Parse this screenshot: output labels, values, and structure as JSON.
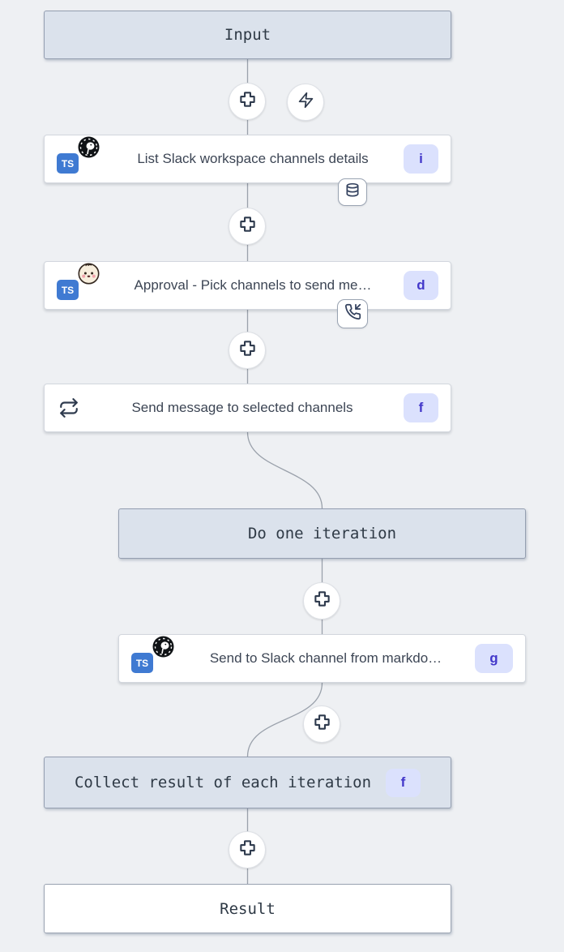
{
  "colors": {
    "canvas_bg": "#eef0f3",
    "virtual_box_bg": "#dbe2ec",
    "virtual_box_border": "#949eb0",
    "node_bg": "#ffffff",
    "node_border": "#d3d7de",
    "edge": "#9aa1ab",
    "badge_bg": "#dbe1fd",
    "badge_text": "#4338ca",
    "typescript_blue": "#3f7ad2",
    "icon_stroke": "#33415e",
    "mono_text": "#2e3945",
    "label_text": "#3c4554"
  },
  "graph": {
    "input": {
      "label": "Input"
    },
    "steps": {
      "list_channels": {
        "label": "List Slack workspace channels details",
        "id_badge": "i",
        "language": "TS",
        "language_icon": "typescript-icon",
        "runtime_icon": "deno-icon",
        "attachment_icon": "database-icon"
      },
      "approval": {
        "label": "Approval - Pick channels to send me…",
        "id_badge": "d",
        "language": "TS",
        "language_icon": "typescript-icon",
        "runtime_icon": "bun-icon",
        "attachment_icon": "phone-incoming-icon"
      },
      "forloop": {
        "label": "Send message to selected channels",
        "id_badge": "f",
        "icon": "repeat-icon"
      },
      "do_one_iteration": {
        "label": "Do one iteration"
      },
      "send_markdown": {
        "label": "Send to Slack channel from markdo…",
        "id_badge": "g",
        "language": "TS",
        "language_icon": "typescript-icon",
        "runtime_icon": "deno-icon"
      },
      "collect_result": {
        "label": "Collect result of each iteration",
        "id_badge": "f"
      },
      "result": {
        "label": "Result"
      }
    },
    "actions": {
      "insert_step_icon": "plus-icon",
      "trigger_icon": "zap-icon"
    }
  }
}
